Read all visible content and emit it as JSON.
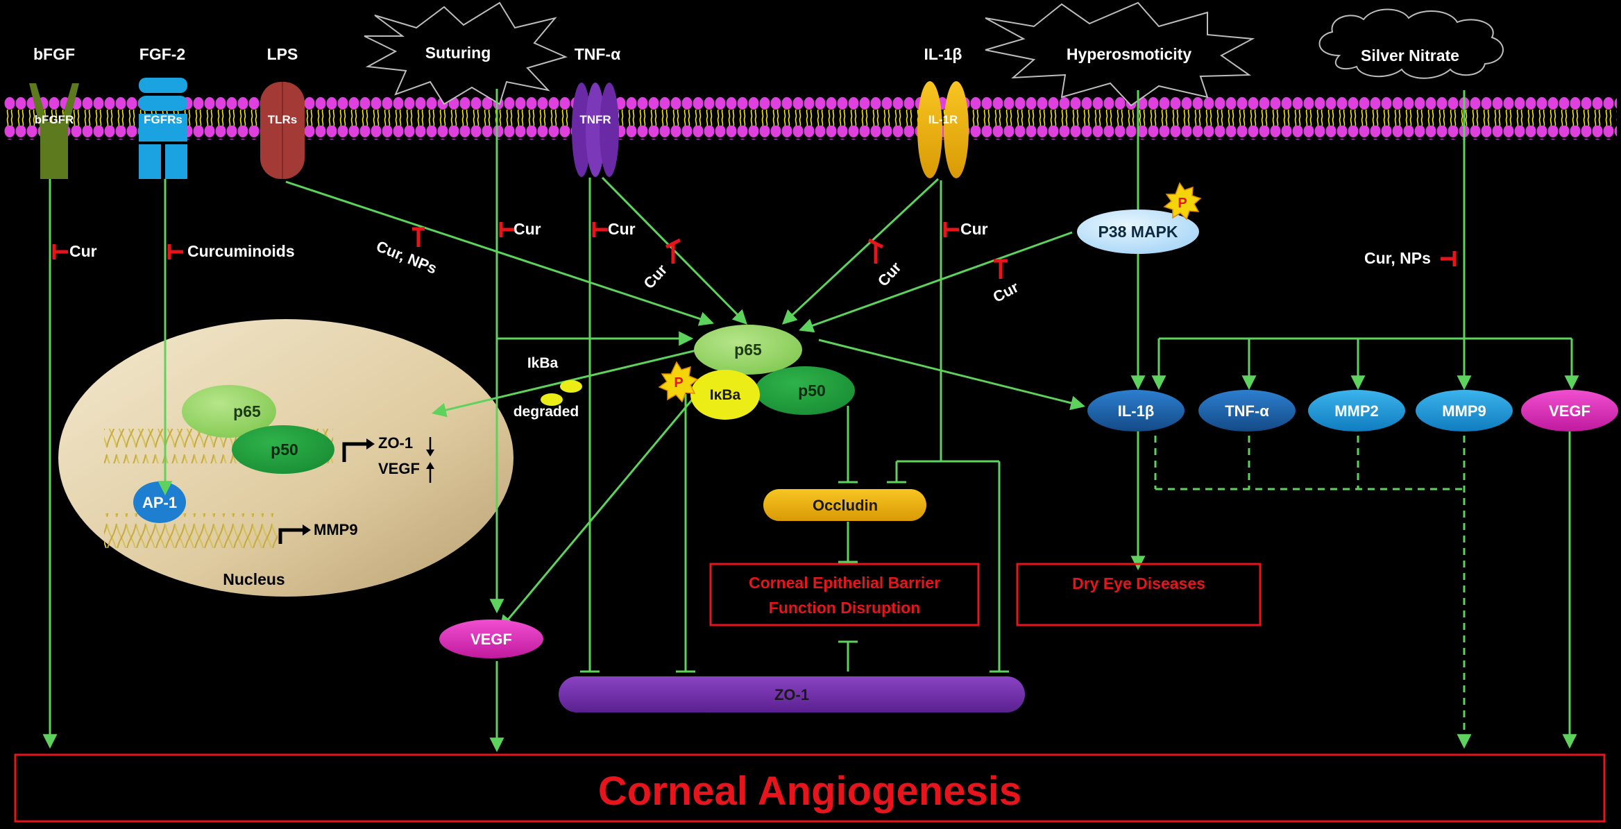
{
  "stimuli": {
    "bfgf": "bFGF",
    "fgf2": "FGF-2",
    "lps": "LPS",
    "suturing": "Suturing",
    "tnfa": "TNF-α",
    "il1b": "IL-1β",
    "hyperosmoticity": "Hyperosmoticity",
    "silver_nitrate": "Silver Nitrate"
  },
  "receptors": {
    "bfgfr": "bFGFR",
    "fgfrs": "FGFRs",
    "tlrs": "TLRs",
    "tnfr": "TNFR",
    "il1r": "IL-1R"
  },
  "inhibitors": {
    "cur_bfgf": "Cur",
    "curcuminoids": "Curcuminoids",
    "cur_nps_tlr": "Cur, NPs",
    "cur_suturing": "Cur",
    "cur_tnfr": "Cur",
    "cur_tnfr_diag": "Cur",
    "cur_il1r_diag": "Cur",
    "cur_il1r": "Cur",
    "cur_p38": "Cur",
    "cur_nps_silver": "Cur, NPs"
  },
  "nodes": {
    "p38": "P38 MAPK",
    "phospho": "P",
    "p65": "p65",
    "p50": "p50",
    "ikba": "IκBa",
    "ikba_degraded_1": "IkBa",
    "ikba_degraded_2": "degraded",
    "nucleus_p65": "p65",
    "nucleus_p50": "p50",
    "ap1": "AP-1",
    "zo1_gene": "ZO-1",
    "vegf_gene": "VEGF",
    "mmp9_gene": "MMP9",
    "nucleus": "Nucleus",
    "occludin": "Occludin",
    "zo1": "ZO-1",
    "vegf_left": "VEGF",
    "out_il1b": "IL-1β",
    "out_tnfa": "TNF-α",
    "out_mmp2": "MMP2",
    "out_mmp9": "MMP9",
    "out_vegf": "VEGF"
  },
  "outcomes": {
    "barrier_line1": "Corneal Epithelial Barrier",
    "barrier_line2": "Function  Disruption",
    "dry_eye": "Dry Eye Diseases",
    "angiogenesis": "Corneal Angiogenesis"
  },
  "colors": {
    "arrow": "#5dd35d",
    "inhibit": "#e8141c",
    "membrane_head": "#e040e0",
    "membrane_tail": "#f2e61a"
  }
}
